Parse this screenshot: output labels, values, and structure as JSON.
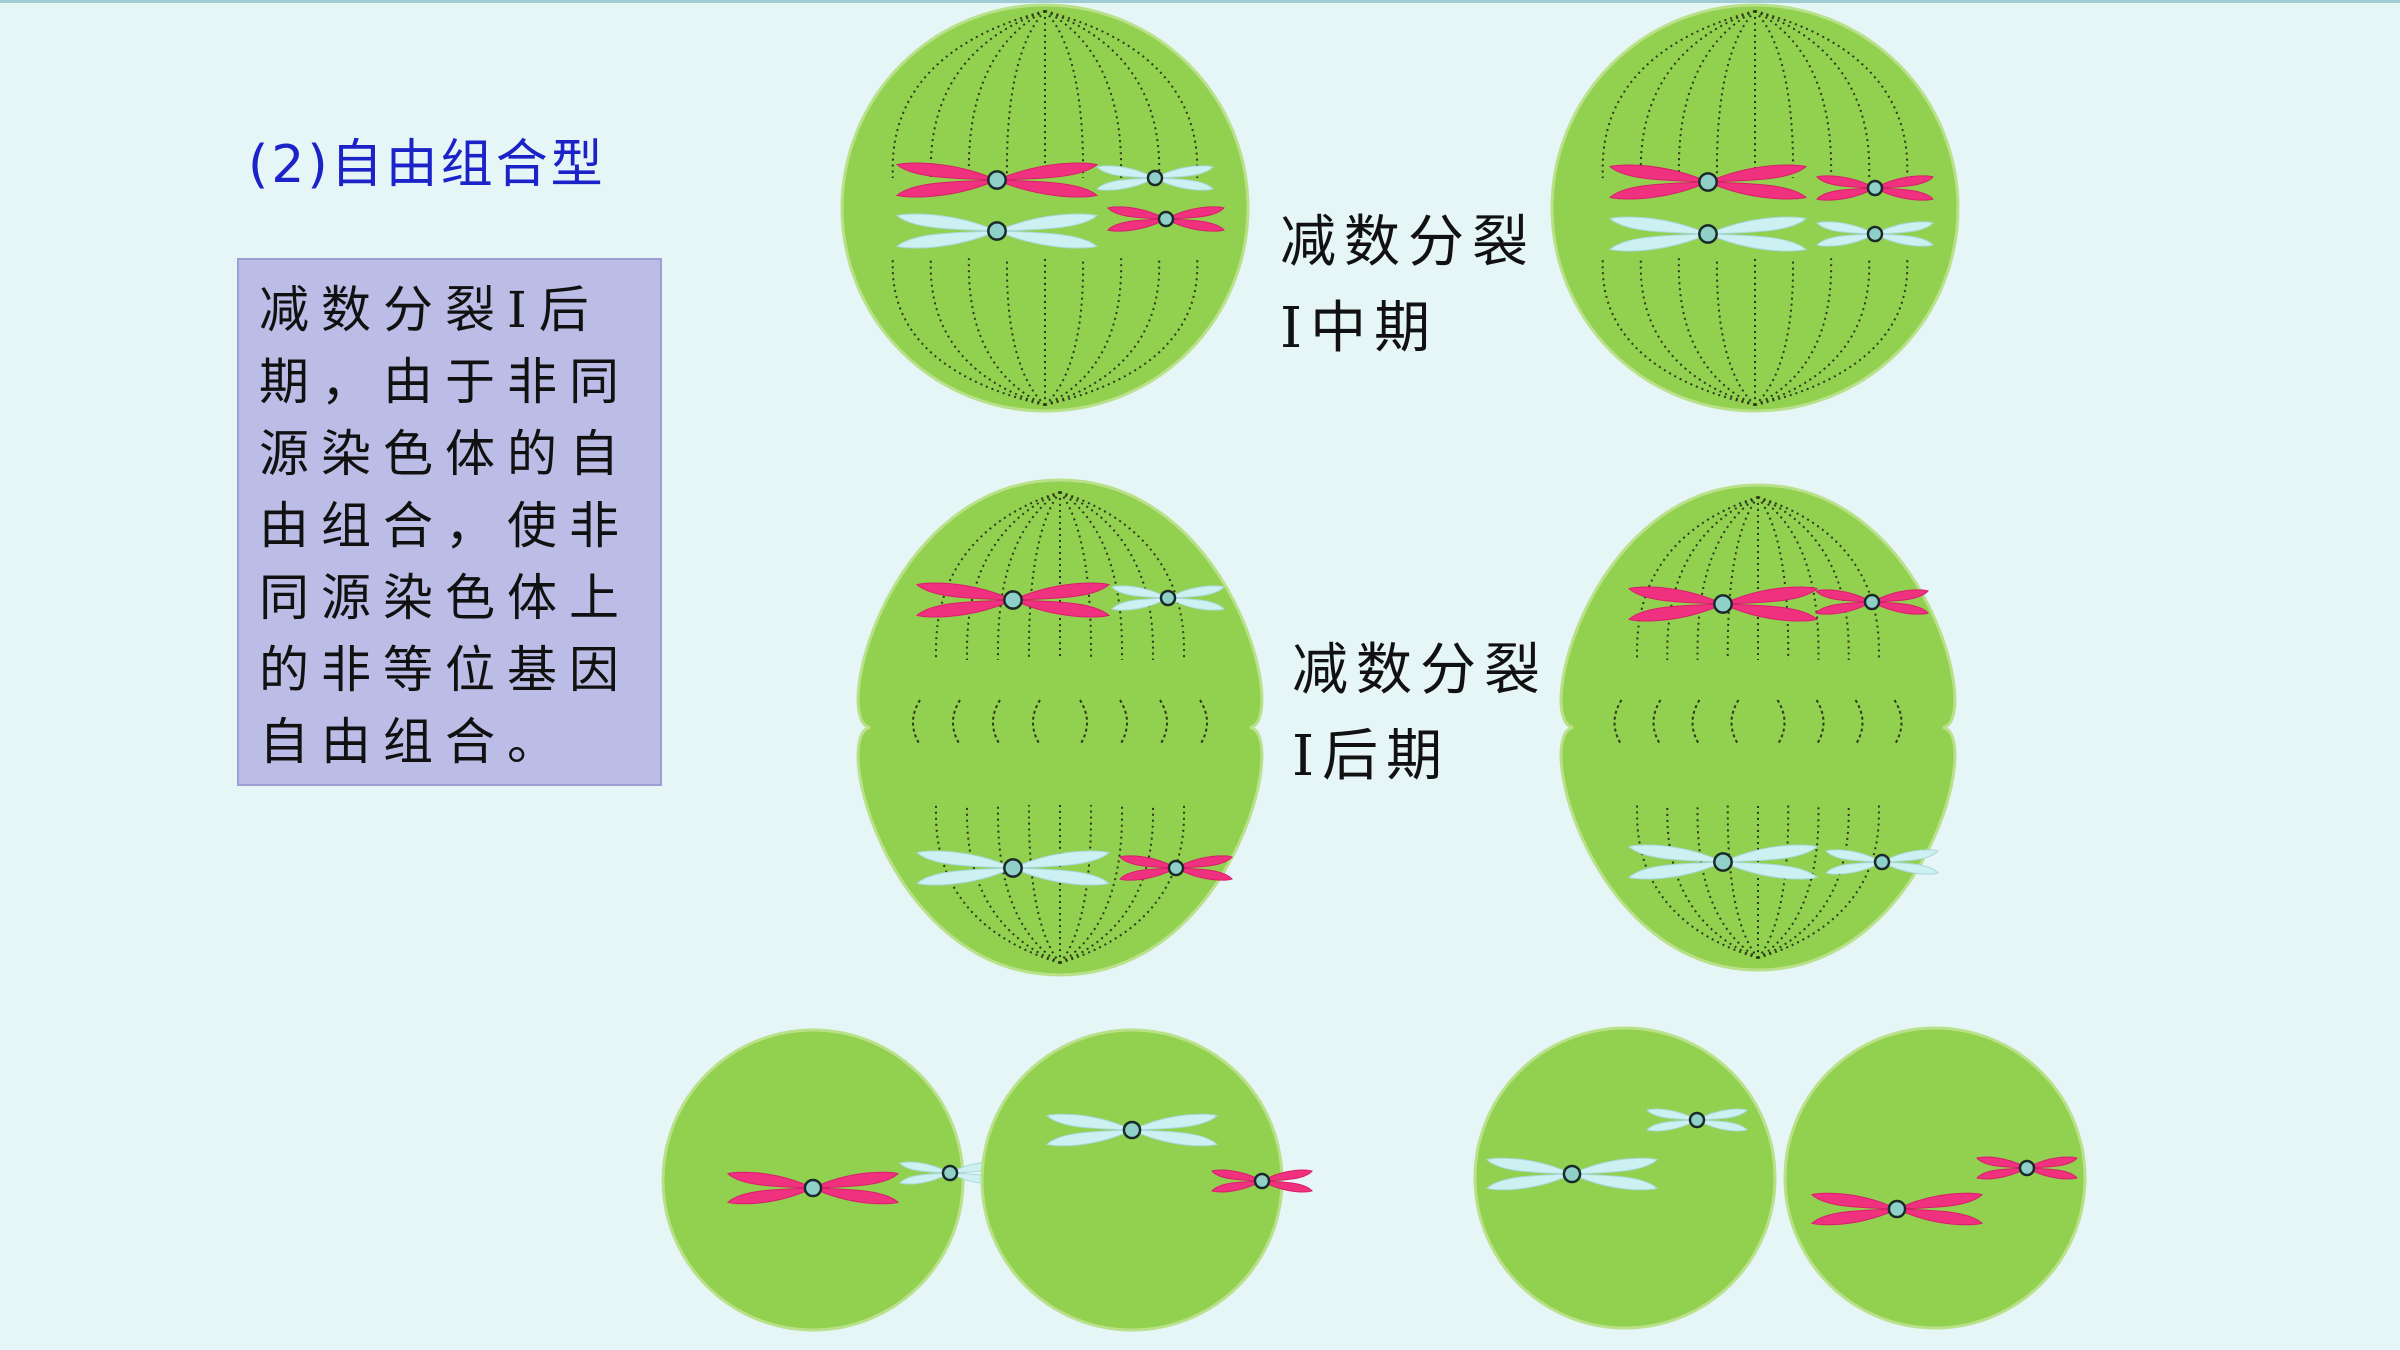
{
  "heading": "(2)自由组合型",
  "note_lines": [
    "减数分裂Ⅰ后",
    "期，由于非同",
    "源染色体的自",
    "由组合，使非",
    "同源染色体上",
    "的非等位基因",
    "自由组合。"
  ],
  "stage_metaphase": [
    "减数分裂",
    "Ⅰ中期"
  ],
  "stage_anaphase": [
    "减数分裂",
    "Ⅰ后期"
  ],
  "colors": {
    "background": "#e6f5f6",
    "heading": "#1a22c8",
    "note_fill": "#bcbde6",
    "cell": "#92d050",
    "chromosome_pink": "#f0317f",
    "chromosome_light": "#cdf0f2",
    "centromere": "#8fd0c8"
  }
}
